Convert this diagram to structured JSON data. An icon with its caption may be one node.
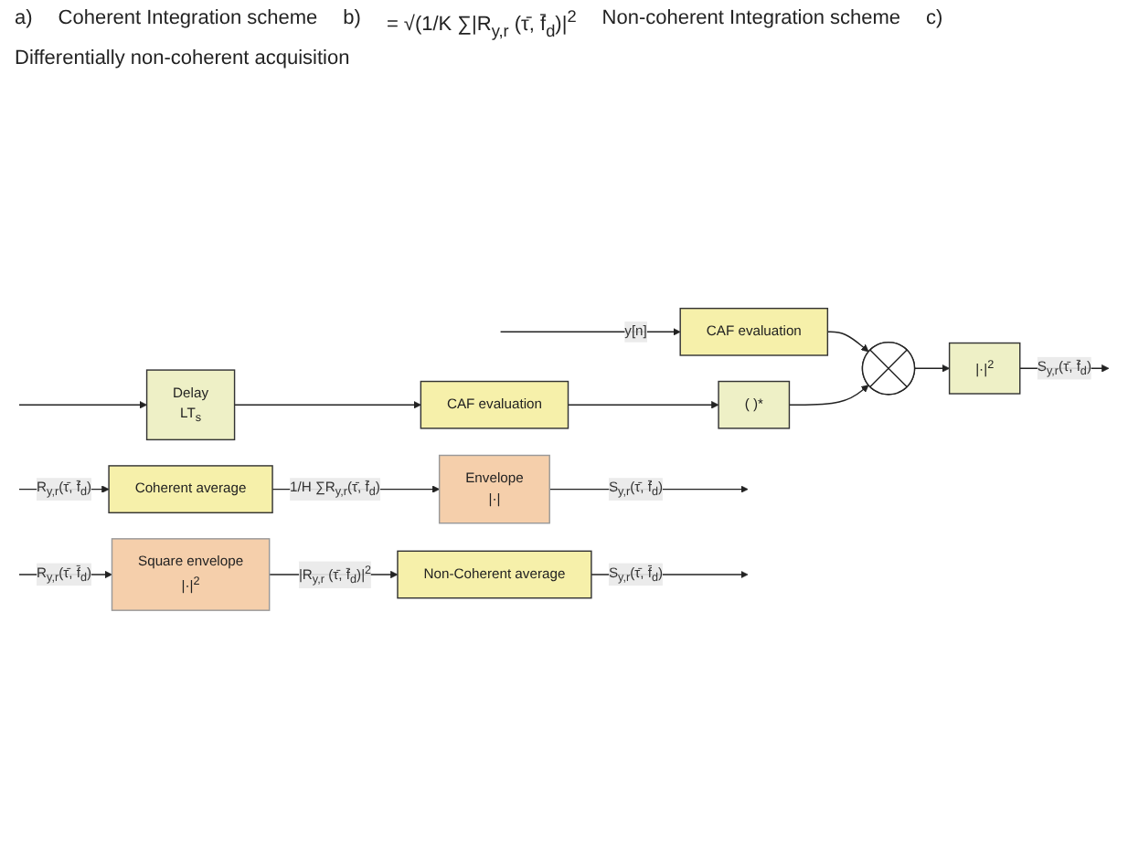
{
  "diagram": {
    "nodes": [
      {
        "text": [
          "Coherent average"
        ]
      },
      {
        "text": [
          "Envelope",
          "|·|"
        ]
      },
      {
        "text": [
          "Square envelope",
          "|·|$^{2}$"
        ]
      },
      {
        "text": [
          "Non-Coherent average"
        ]
      },
      {
        "text": [
          "CAF evaluation"
        ]
      },
      {
        "text": [],
        "shape": "circle"
      },
      {
        "text": [
          "|·|$^{2}$"
        ]
      },
      {
        "text": [
          "Delay",
          "LT$_{s}$"
        ]
      },
      {
        "text": [
          "CAF evaluation"
        ]
      },
      {
        "text": [
          "( )*"
        ]
      }
    ],
    "edges": [
      {
        "from": null,
        "to": 0,
        "arrow": "to",
        "label": "R$_{y,r}$(τ̄, f̄$_{d}$)"
      },
      {
        "from": 0,
        "to": 1,
        "arrow": "to",
        "label": "1/H ∑R$_{y,r}$(τ̄, f̄$_{d}$)"
      },
      {
        "from": 1,
        "to": null,
        "arrow": "to",
        "label": "S$_{y,r}$(τ̄, f̄$_{d}$)"
      },
      {
        "from": null,
        "to": 2,
        "arrow": "to",
        "label": "R$_{y,r}$(τ̄, f̄$_{d}$)"
      },
      {
        "from": 2,
        "to": 3,
        "arrow": "to",
        "label": "|R$_{y,r}$ (τ̄, f̄$_{d}$)|$^{2}$"
      },
      {
        "from": 3,
        "to": null,
        "arrow": "to",
        "label": "S$_{y,r}$(τ̄, f̄$_{d}$)"
      },
      {
        "from": null,
        "to": 4,
        "arrow": "to",
        "label": "y[n]"
      },
      {
        "from": null,
        "to": 7,
        "arrow": "to"
      },
      {
        "from": 4,
        "to": 5,
        "arrow": "to"
      },
      {
        "from": 7,
        "to": 8,
        "arrow": "to"
      },
      {
        "from": 8,
        "to": 9,
        "arrow": "to"
      },
      {
        "from": 9,
        "to": 5,
        "arrow": "to"
      },
      {
        "from": 5,
        "to": 6,
        "arrow": "to"
      },
      {
        "from": 6,
        "to": null,
        "arrow": "to",
        "label": "S$_{y,r}$(τ̄, f̄$_{d}$)"
      }
    ],
    "labels": [
      "a)",
      "Coherent Integration scheme",
      "b)",
      "= √(1/K ∑|R$_{y,r}$ (τ̄, f̄$_{d}$)|$^{2}$",
      "Non-coherent Integration scheme",
      "c)",
      "Differentially non-coherent acquisition"
    ]
  }
}
